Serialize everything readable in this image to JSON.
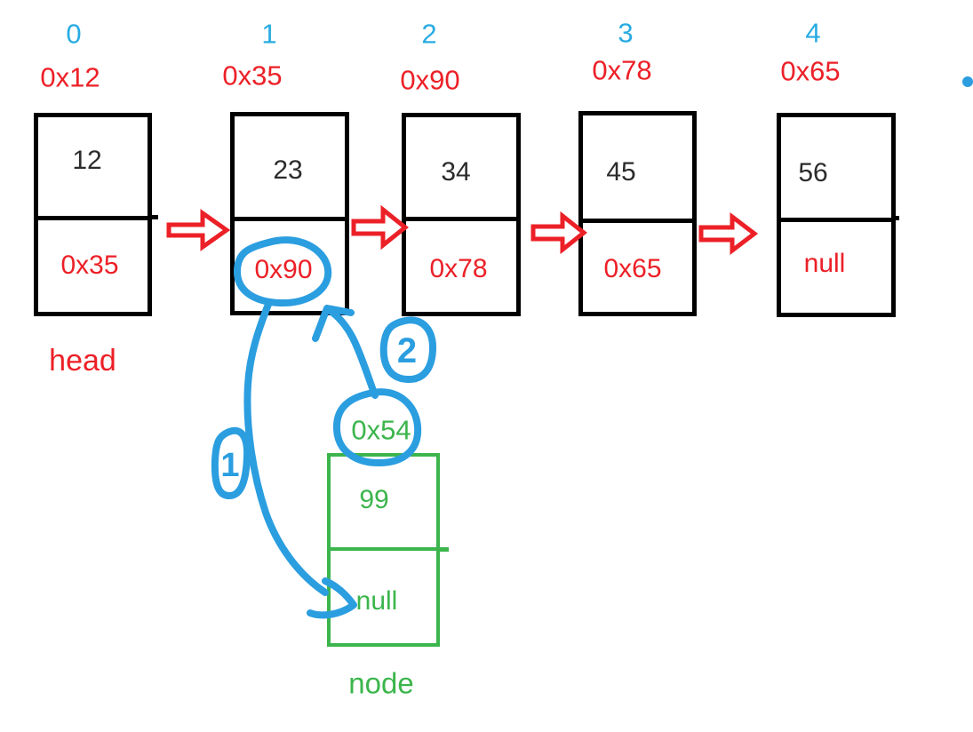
{
  "colors": {
    "blue": "#29ABE2",
    "ink": "#2B9EE0",
    "red": "#EC2027",
    "green": "#3CB54C"
  },
  "list": {
    "head_label": "head",
    "nodes": [
      {
        "index": "0",
        "address": "0x12",
        "value": "12",
        "next": "0x35"
      },
      {
        "index": "1",
        "address": "0x35",
        "value": "23",
        "next": "0x90"
      },
      {
        "index": "2",
        "address": "0x90",
        "value": "34",
        "next": "0x78"
      },
      {
        "index": "3",
        "address": "0x78",
        "value": "45",
        "next": "0x65"
      },
      {
        "index": "4",
        "address": "0x65",
        "value": "56",
        "next": "null"
      }
    ]
  },
  "new_node": {
    "address": "0x54",
    "value": "99",
    "next": "null",
    "label": "node"
  },
  "annotations": {
    "step1": "1",
    "step2": "2"
  }
}
